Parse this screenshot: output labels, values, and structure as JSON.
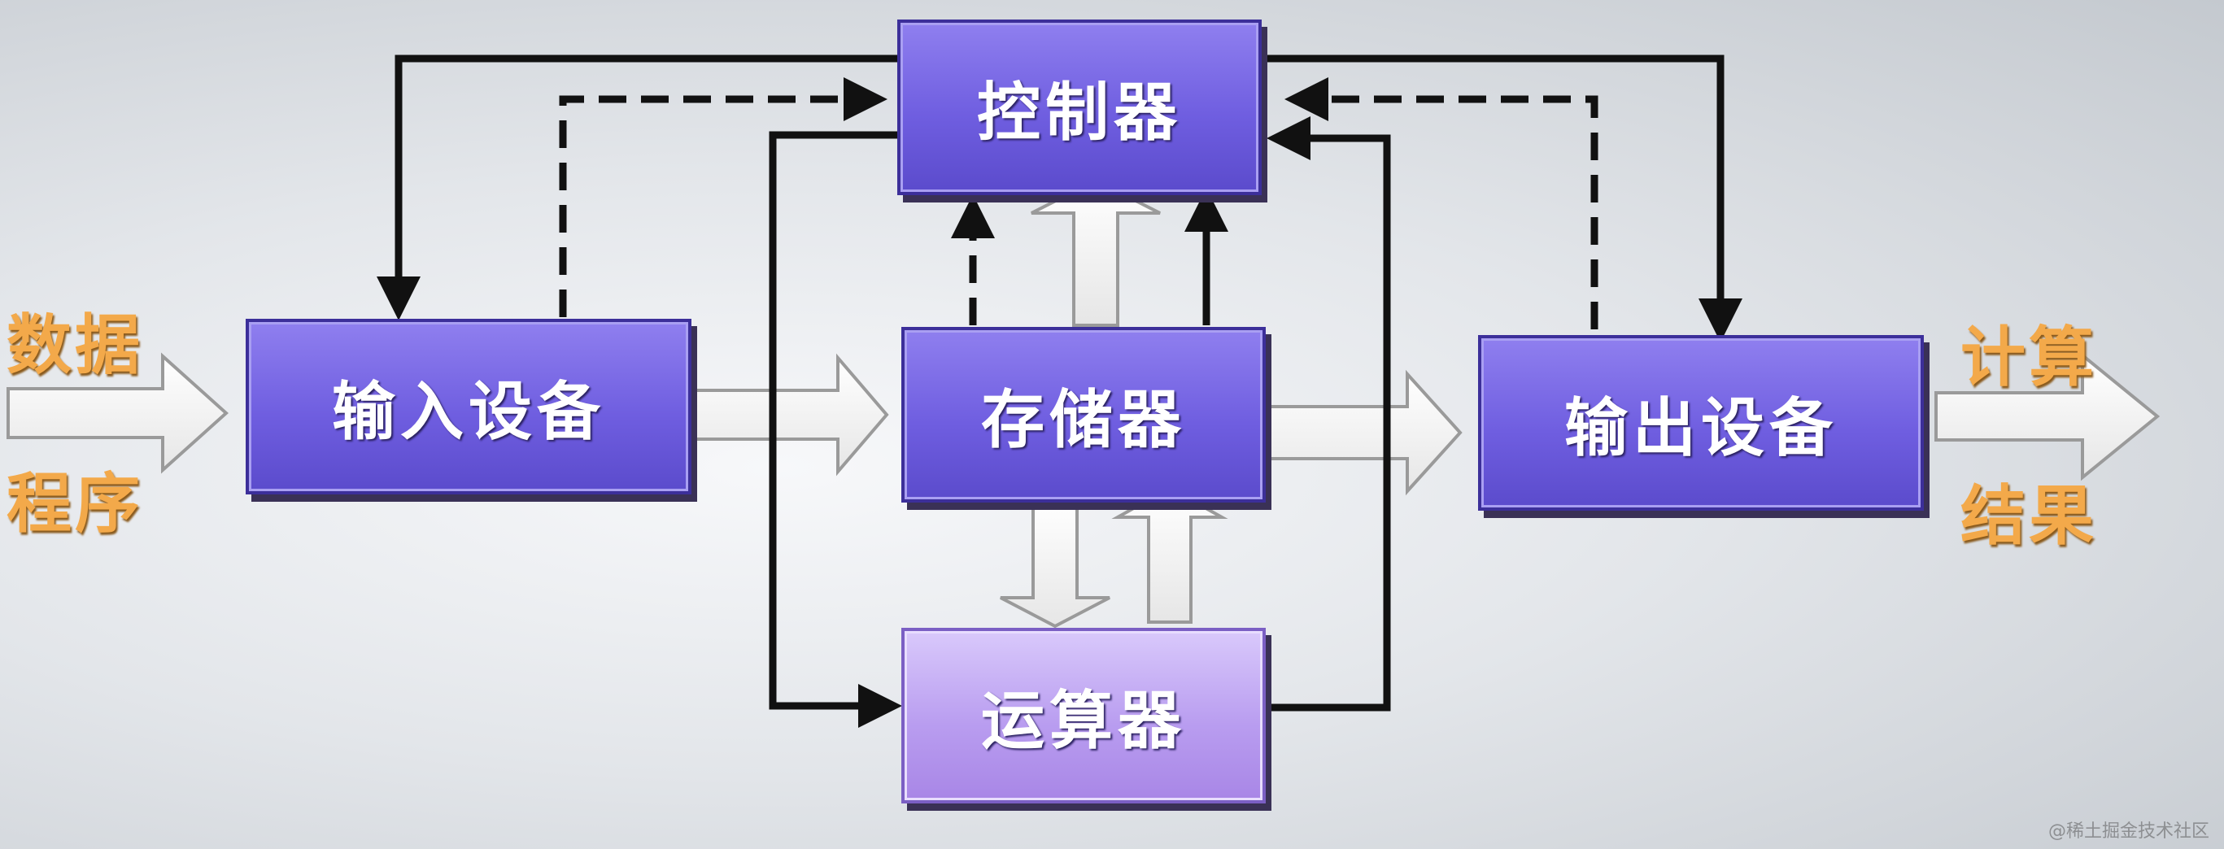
{
  "boxes": {
    "controller": "控制器",
    "memory": "存储器",
    "input": "输入设备",
    "output": "输出设备",
    "alu": "运算器"
  },
  "left_labels": [
    "数据",
    "程序"
  ],
  "right_labels": [
    "计算",
    "结果"
  ],
  "watermark": "@稀土掘金技术社区",
  "colors": {
    "box_fill": "#6f5ee0",
    "alu_fill": "#b99df0",
    "label_orange": "#f3a94a",
    "control_line": "#111111",
    "data_arrow": "#ffffff"
  }
}
